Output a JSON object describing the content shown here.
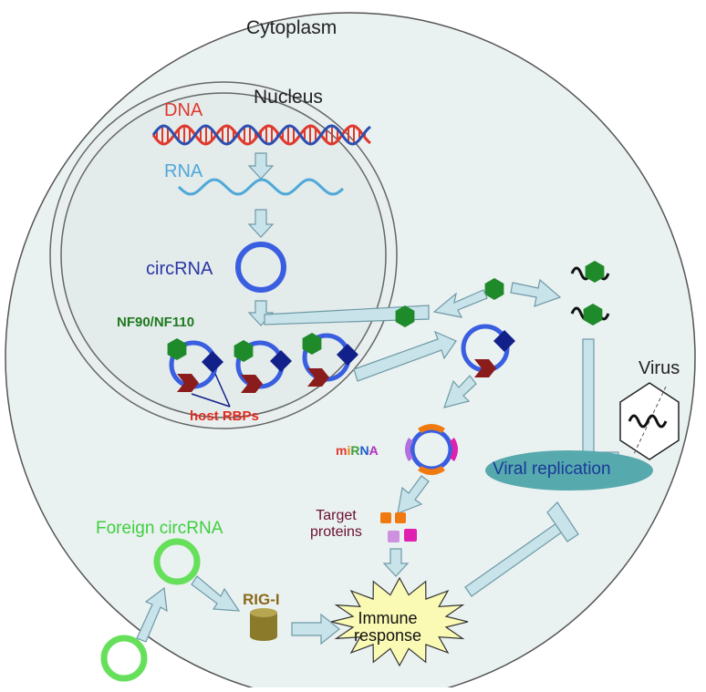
{
  "labels": {
    "cytoplasm": "Cytoplasm",
    "nucleus": "Nucleus",
    "dna": "DNA",
    "rna": "RNA",
    "circrna": "circRNA",
    "nf90_nf110": "NF90/NF110",
    "host_rbps": "host RBPs",
    "virus": "Virus",
    "viral_replication": "Viral replication",
    "mirna": "miRNA",
    "target_proteins_line1": "Target",
    "target_proteins_line2": "proteins",
    "foreign_circrna": "Foreign circRNA",
    "rig_i": "RIG-I",
    "immune_line1": "Immune",
    "immune_line2": "response"
  },
  "colors": {
    "cell_fill": "#eaf1f1",
    "nucleus_fill": "#e3ebeb",
    "arrow_fill": "#c8e3ea",
    "arrow_stroke": "#6e9aa6",
    "dna_strand": "#e0382c",
    "dna_strand2": "#2b4fb0",
    "rna": "#4fa8d8",
    "circrna_ring": "#3a5ee0",
    "nf_protein": "#1f8a2a",
    "rbp_blue": "#12208a",
    "rbp_red": "#8a1c1c",
    "foreign_ring": "#66e05a",
    "viral_ellipse": "#56a9ad",
    "immune_burst": "#fafab4",
    "rig_i": "#8a7a2a",
    "target_orange": "#f07a10",
    "target_pink": "#f080e0",
    "target_magenta": "#e020b0"
  },
  "icons": [
    "dna-helix-icon",
    "rna-wave-icon",
    "circrna-ring-icon",
    "nf90-hexagon-icon",
    "rbp-diamond-icon",
    "rbp-chevron-icon",
    "virus-hexagon-icon",
    "rig-i-cylinder-icon",
    "immune-burst-icon",
    "inhibition-bar-icon"
  ]
}
